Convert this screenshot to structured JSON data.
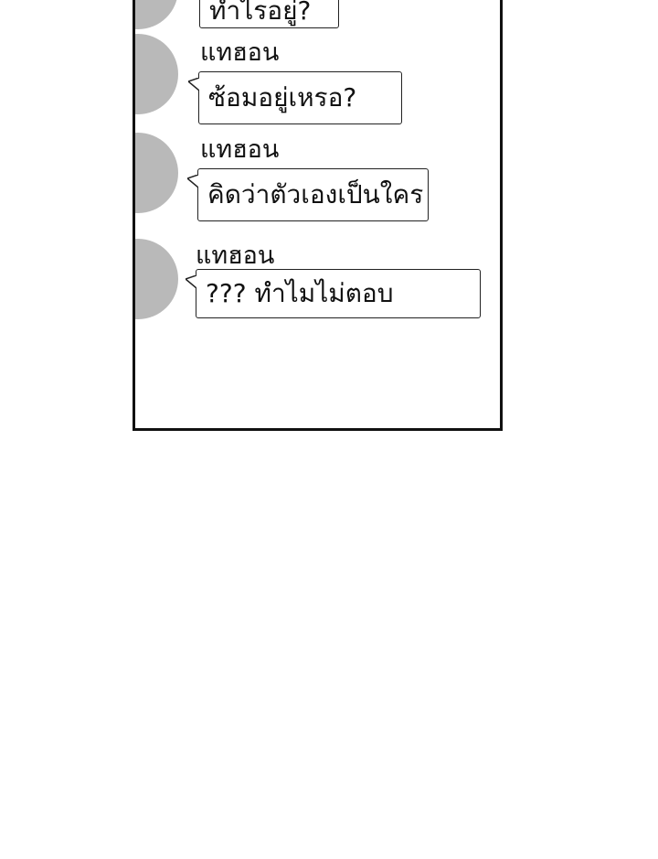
{
  "chat": {
    "messages": [
      {
        "sender": "",
        "text": "ทำไรอยู่?"
      },
      {
        "sender": "แทฮอน",
        "text": "ซ้อมอยู่เหรอ?"
      },
      {
        "sender": "แทฮอน",
        "text": "คิดว่าตัวเองเป็นใคร"
      },
      {
        "sender": "แทฮอน",
        "text": "??? ทำไมไม่ตอบ"
      }
    ]
  },
  "colors": {
    "avatar": "#b9b9b9",
    "border": "#111111"
  }
}
